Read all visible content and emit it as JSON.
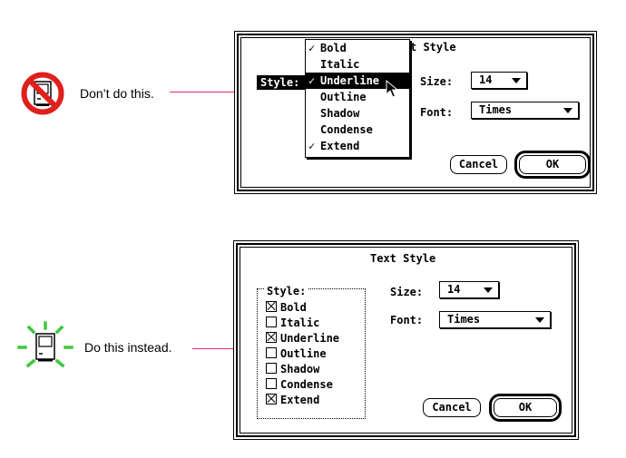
{
  "top_example": {
    "caption": "Don’t do this.",
    "dialog": {
      "title_visible": "t Style",
      "style_label": "Style:",
      "size_label": "Size:",
      "size_value": "14",
      "font_label": "Font:",
      "font_value": "Times",
      "cancel_label": "Cancel",
      "ok_label": "OK"
    },
    "style_menu": {
      "check_glyph": "✓",
      "items": [
        {
          "label": "Bold",
          "checked": true,
          "highlighted": false
        },
        {
          "label": "Italic",
          "checked": false,
          "highlighted": false
        },
        {
          "label": "Underline",
          "checked": true,
          "highlighted": true
        },
        {
          "label": "Outline",
          "checked": false,
          "highlighted": false
        },
        {
          "label": "Shadow",
          "checked": false,
          "highlighted": false
        },
        {
          "label": "Condense",
          "checked": false,
          "highlighted": false
        },
        {
          "label": "Extend",
          "checked": true,
          "highlighted": false
        }
      ]
    }
  },
  "bottom_example": {
    "caption": "Do this instead.",
    "dialog": {
      "title": "Text Style",
      "style_label": "Style:",
      "size_label": "Size:",
      "size_value": "14",
      "font_label": "Font:",
      "font_value": "Times",
      "cancel_label": "Cancel",
      "ok_label": "OK"
    },
    "checkboxes": [
      {
        "label": "Bold",
        "checked": true
      },
      {
        "label": "Italic",
        "checked": false
      },
      {
        "label": "Underline",
        "checked": true
      },
      {
        "label": "Outline",
        "checked": false
      },
      {
        "label": "Shadow",
        "checked": false
      },
      {
        "label": "Condense",
        "checked": false
      },
      {
        "label": "Extend",
        "checked": true
      }
    ]
  },
  "colors": {
    "annotation": "#e0287d",
    "prohibited": "#e0201c",
    "recommended": "#3ec83e"
  },
  "icons": {
    "bad": "no-mac-icon",
    "good": "mac-sparkle-icon",
    "cursor": "arrow-cursor-icon"
  }
}
